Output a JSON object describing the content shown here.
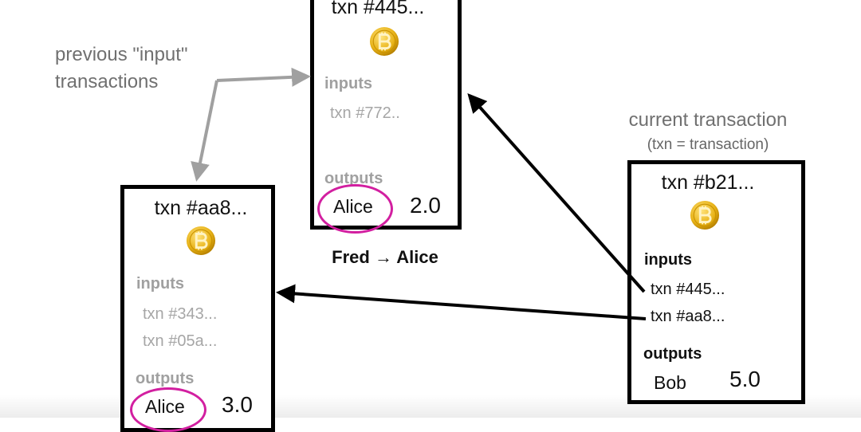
{
  "annotation": {
    "line1": "previous \"input\"",
    "line2": "transactions"
  },
  "current_label": {
    "title": "current transaction",
    "subtitle": "(txn = transaction)"
  },
  "txn_445": {
    "title": "txn #445...",
    "inputs_label": "inputs",
    "inputs": [
      "txn #772.."
    ],
    "outputs_label": "outputs",
    "output": {
      "name": "Alice",
      "amount": "2.0"
    },
    "caption": "Fred → Alice"
  },
  "txn_aa8": {
    "title": "txn #aa8...",
    "inputs_label": "inputs",
    "inputs": [
      "txn #343...",
      "txn #05a..."
    ],
    "outputs_label": "outputs",
    "output": {
      "name": "Alice",
      "amount": "3.0"
    }
  },
  "txn_b21": {
    "title": "txn #b21...",
    "inputs_label": "inputs",
    "inputs": [
      "txn #445...",
      "txn #aa8..."
    ],
    "outputs_label": "outputs",
    "output": {
      "name": "Bob",
      "amount": "5.0"
    }
  },
  "colors": {
    "highlight": "#d21fa0",
    "coin": "#e8b318",
    "annotation_arrow": "#a0a0a0",
    "link_arrow": "#000000"
  }
}
